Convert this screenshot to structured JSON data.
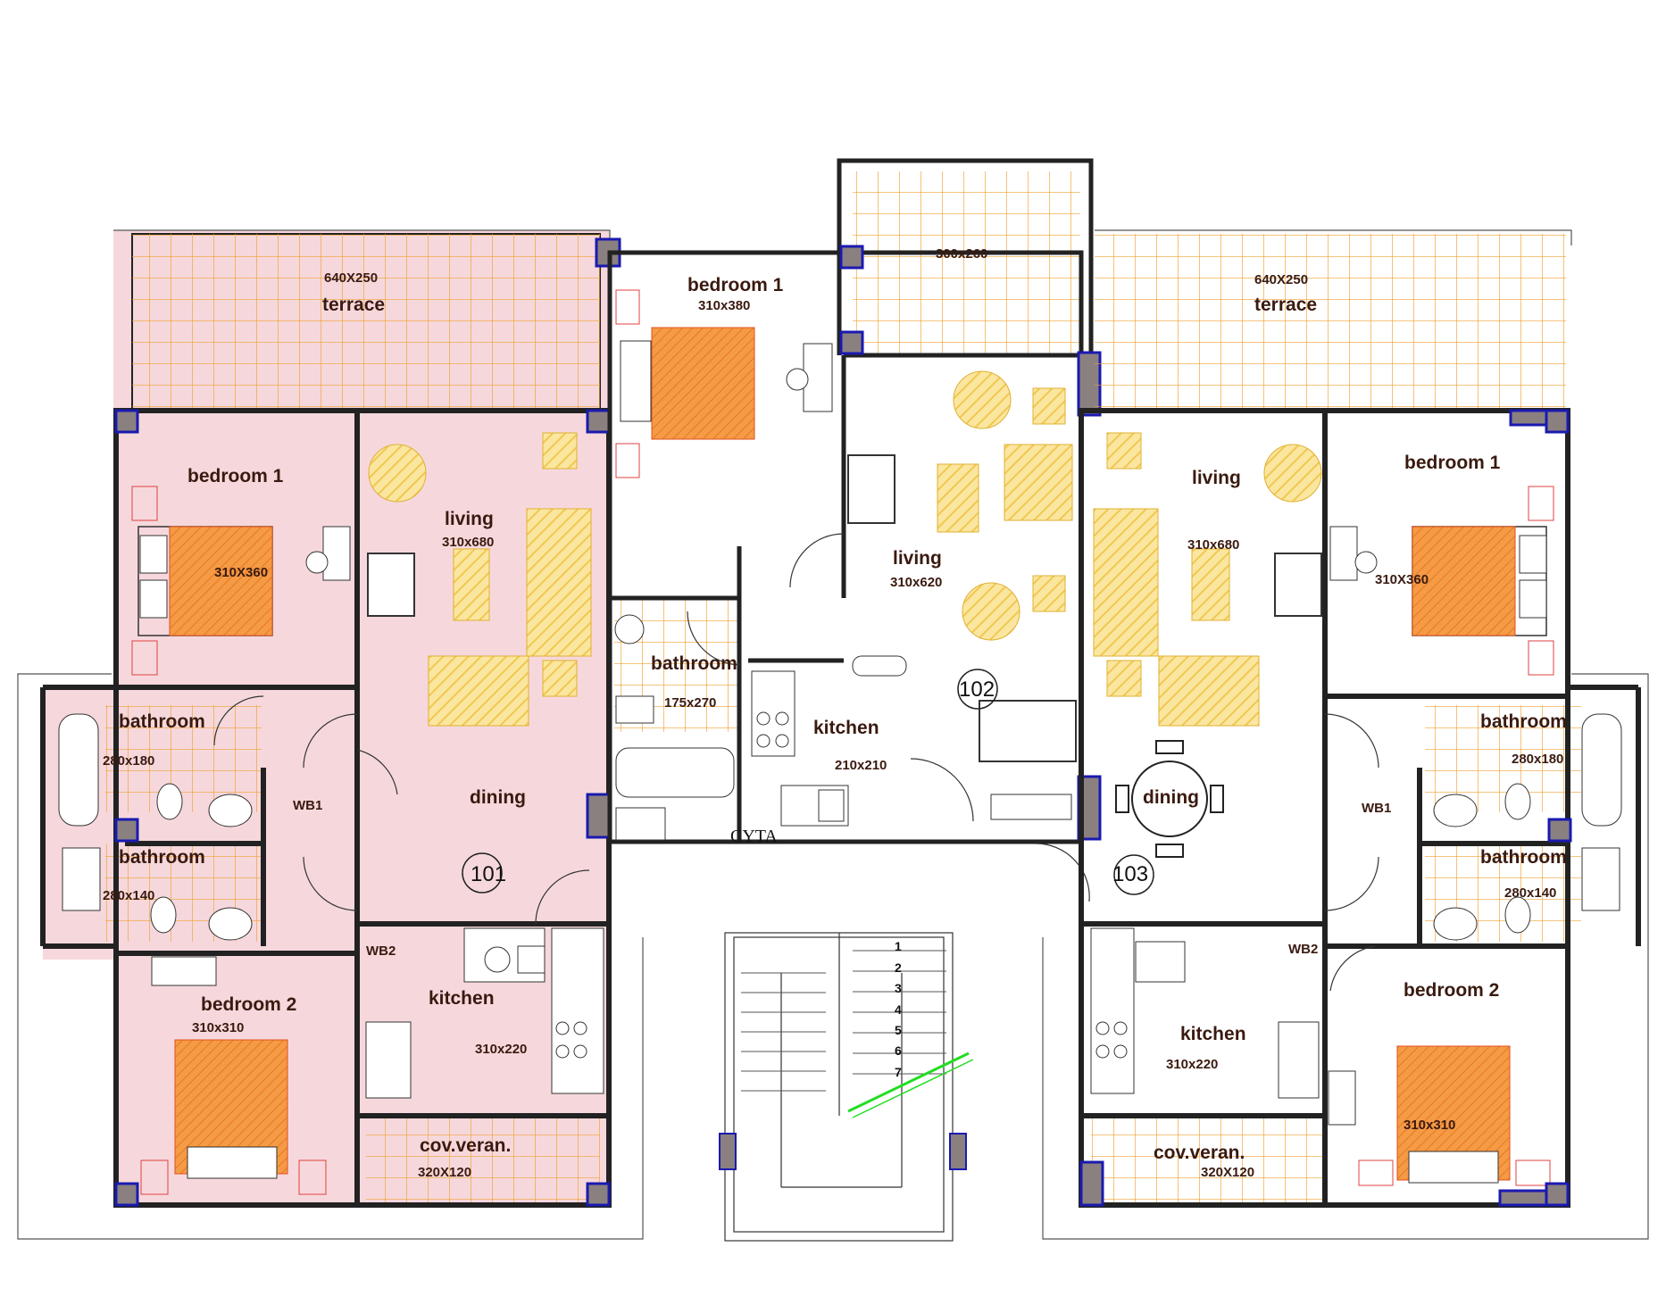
{
  "colors": {
    "unit101_fill": "#f6d8dc",
    "tile_grid": "#f0a030",
    "wall": "#222222",
    "column_fill": "#8a8080",
    "column_border": "#1a1ab0",
    "bed": "#f08a30",
    "furniture": "#f5d070",
    "stair_arrow": "#22dd22"
  },
  "labels": {
    "u1_terrace_dim": "640X250",
    "u1_terrace": "terrace",
    "u1_bed1": "bedroom 1",
    "u1_bed1_dim": "310X360",
    "u1_living": "living",
    "u1_living_dim": "310x680",
    "u1_bath1": "bathroom",
    "u1_bath1_dim": "280x180",
    "u1_bath2": "bathroom",
    "u1_bath2_dim": "280x140",
    "u1_wb1": "WB1",
    "u1_wb2": "WB2",
    "u1_dining": "dining",
    "u1_number": "101",
    "u1_bed2": "bedroom 2",
    "u1_bed2_dim": "310x310",
    "u1_kitchen": "kitchen",
    "u1_kitchen_dim": "310x220",
    "u1_veranda": "cov.veran.",
    "u1_veranda_dim": "320X120",
    "u2_bed1": "bedroom 1",
    "u2_bed1_dim": "310x380",
    "u2_balcony_dim": "300x260",
    "u2_living": "living",
    "u2_living_dim": "310x620",
    "u2_bath": "bathroom",
    "u2_bath_dim": "175x270",
    "u2_kitchen": "kitchen",
    "u2_kitchen_dim": "210x210",
    "u2_number": "102",
    "cyta": "CYTA",
    "u3_terrace_dim": "640X250",
    "u3_terrace": "terrace",
    "u3_living": "living",
    "u3_living_dim": "310x680",
    "u3_bed1": "bedroom 1",
    "u3_bed1_dim": "310X360",
    "u3_bath1": "bathroom",
    "u3_bath1_dim": "280x180",
    "u3_bath2": "bathroom",
    "u3_bath2_dim": "280x140",
    "u3_wb1": "WB1",
    "u3_wb2": "WB2",
    "u3_dining": "dining",
    "u3_number": "103",
    "u3_bed2": "bedroom 2",
    "u3_bed2_dim": "310x310",
    "u3_kitchen": "kitchen",
    "u3_kitchen_dim": "310x220",
    "u3_veranda": "cov.veran.",
    "u3_veranda_dim": "320X120"
  },
  "stairs": [
    "1",
    "2",
    "3",
    "4",
    "5",
    "6",
    "7"
  ]
}
